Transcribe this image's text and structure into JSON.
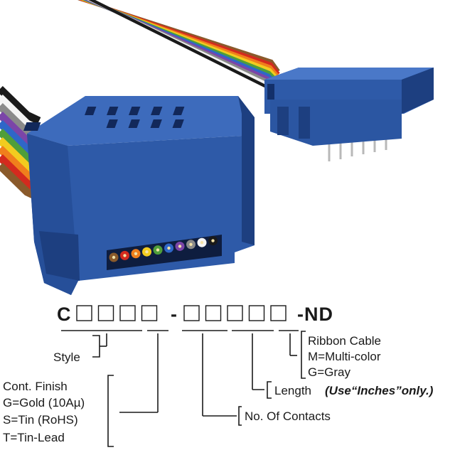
{
  "colors": {
    "connector_blue": "#2e5aa8",
    "connector_dark": "#1d3f80",
    "ribbon": [
      "#8a5a2b",
      "#d42a1e",
      "#f07f1c",
      "#f2cc1f",
      "#4f9e3a",
      "#2f67c8",
      "#7b45a8",
      "#8a8a8a",
      "#f4f4f4",
      "#1a1a1a"
    ]
  },
  "part_number": {
    "prefix": "C",
    "box_glyph": "□",
    "dash": "-",
    "suffix": "-ND",
    "group1_boxes": 4,
    "group2_boxes": 5
  },
  "legend": {
    "style": "Style",
    "finish_title": "Cont. Finish",
    "finish_gold": "G=Gold (10Aµ)",
    "finish_tin": "S=Tin (RoHS)",
    "finish_tinlead": "T=Tin-Lead",
    "contacts": "No. Of Contacts",
    "length": "Length",
    "length_note": "(Use“Inches”only.)",
    "ribbon_title": "Ribbon Cable",
    "ribbon_multi": "M=Multi-color",
    "ribbon_gray": "G=Gray"
  }
}
